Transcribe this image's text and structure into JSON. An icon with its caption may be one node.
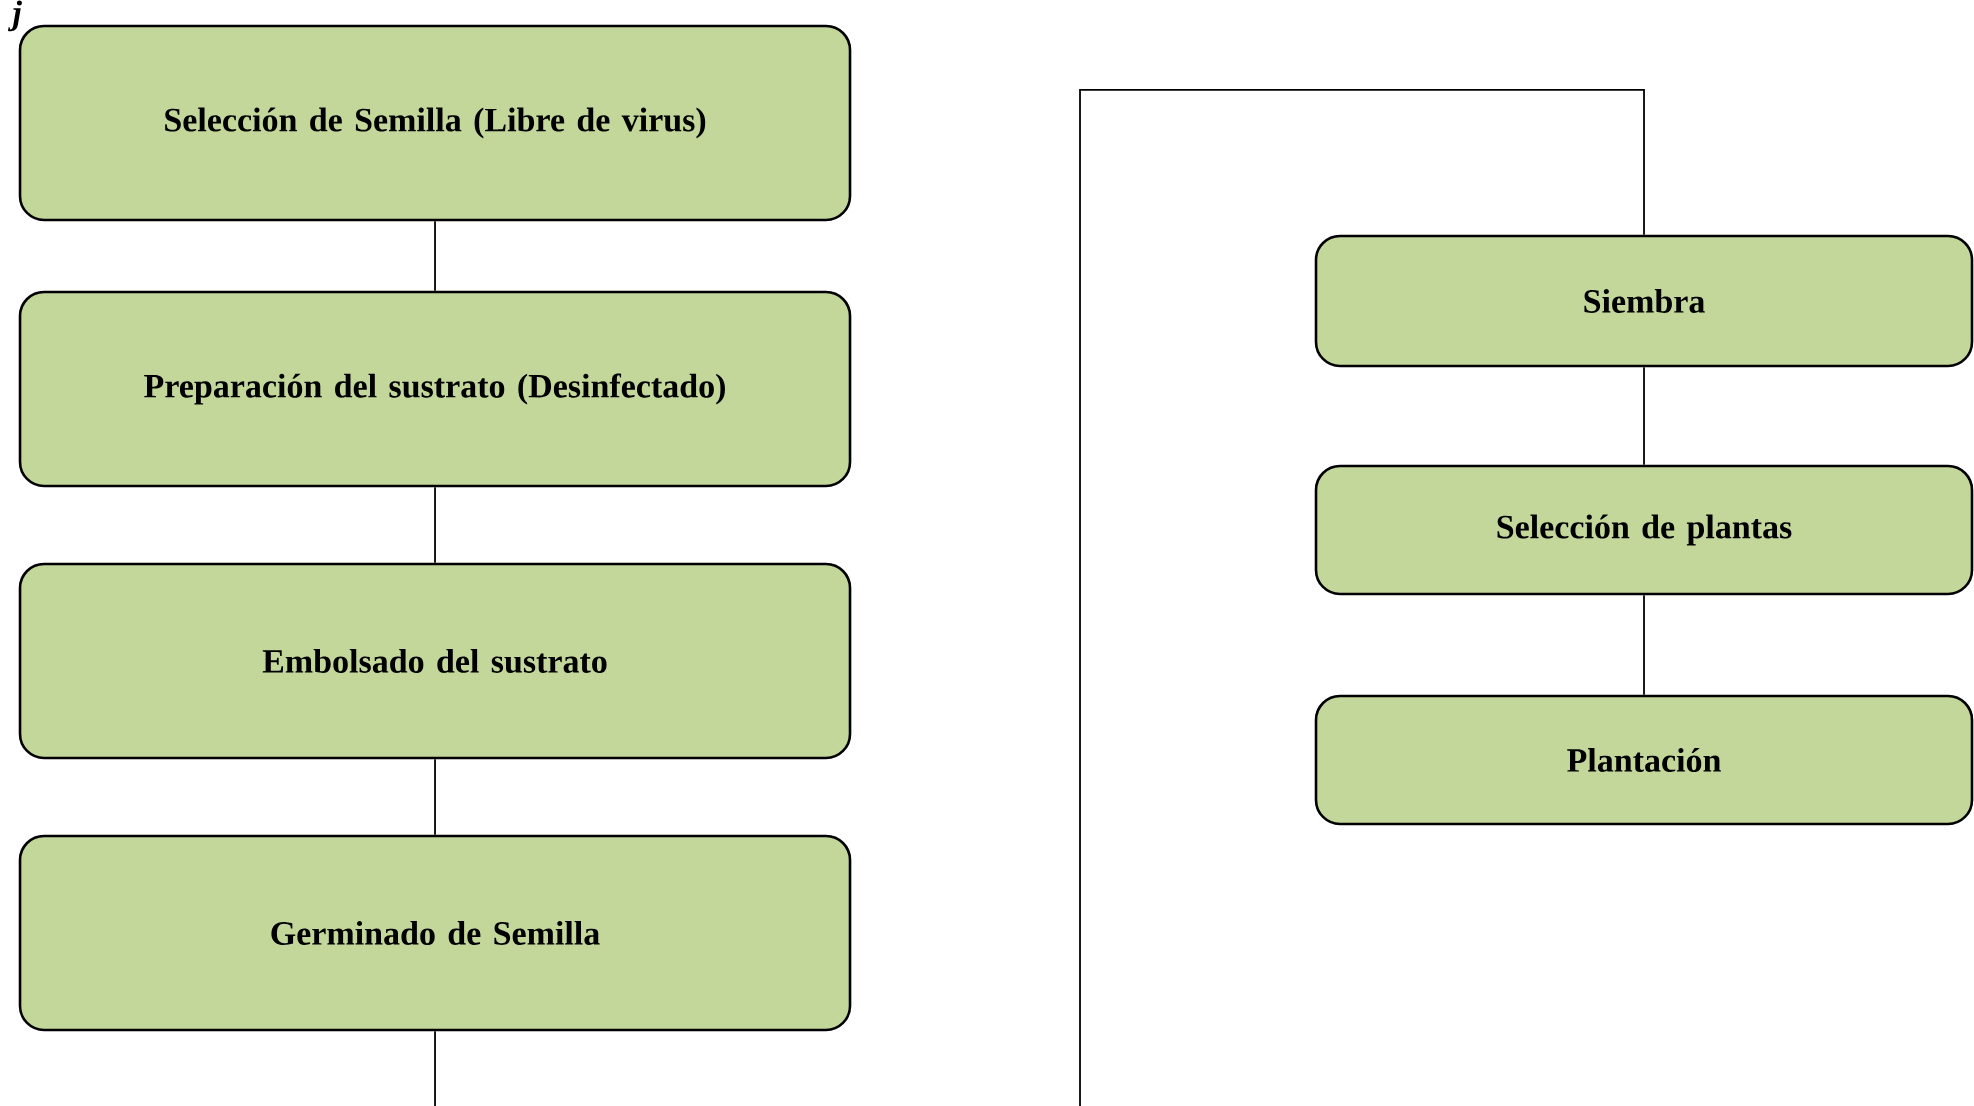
{
  "diagram": {
    "nodes": [
      {
        "text": [
          "Selección de Semilla (Libre de virus)"
        ]
      },
      {
        "text": [
          "Preparación del sustrato (Desinfectado)"
        ]
      },
      {
        "text": [
          "Embolsado del sustrato"
        ]
      },
      {
        "text": [
          "Germinado de Semilla"
        ]
      },
      {
        "text": [
          "Siembra"
        ]
      },
      {
        "text": [
          "Selección de plantas"
        ]
      },
      {
        "text": [
          "Plantación"
        ]
      }
    ],
    "edges": [
      {
        "from": 0,
        "to": 1,
        "arrow": "none"
      },
      {
        "from": 1,
        "to": 2,
        "arrow": "none"
      },
      {
        "from": 2,
        "to": 3,
        "arrow": "none"
      },
      {
        "from": 3,
        "to": null,
        "arrow": "none"
      },
      {
        "from": null,
        "to": 4,
        "arrow": "none"
      },
      {
        "from": 4,
        "to": 5,
        "arrow": "none"
      },
      {
        "from": 5,
        "to": 6,
        "arrow": "none"
      }
    ],
    "labels": [
      "j"
    ]
  }
}
